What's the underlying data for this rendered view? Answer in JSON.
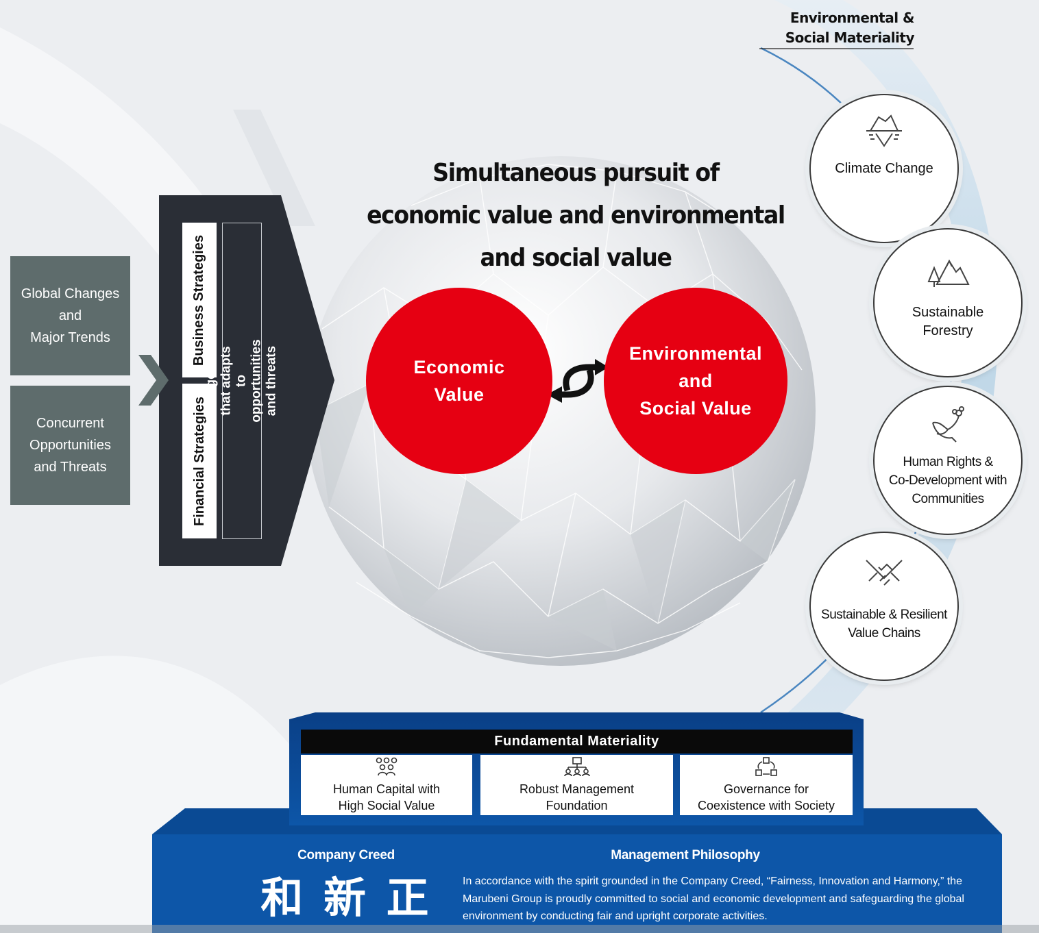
{
  "left_boxes": {
    "global": "Global Changes\nand\nMajor Trends",
    "concurrent": "Concurrent\nOpportunities\nand Threats"
  },
  "strategy_panel": {
    "business": "Business Strategies",
    "financial": "Financial Strategies",
    "management": "Management that adapts to\nopportunities and threats"
  },
  "globe": {
    "title": "Simultaneous pursuit of\neconomic value and environmental\nand social value",
    "economic": "Economic\nValue",
    "environmental": "Environmental\nand\nSocial Value"
  },
  "env_social": {
    "heading": "Environmental &\nSocial Materiality",
    "items": [
      {
        "label": "Climate Change",
        "icon": "iceberg-icon"
      },
      {
        "label": "Sustainable\nForestry",
        "icon": "mountain-tree-icon"
      },
      {
        "label": "Human Rights &\nCo-Development with\nCommunities",
        "icon": "dove-icon"
      },
      {
        "label": "Sustainable & Resilient\nValue Chains",
        "icon": "handshake-icon"
      }
    ]
  },
  "fundamental": {
    "heading": "Fundamental Materiality",
    "items": [
      {
        "label": "Human Capital with\nHigh Social Value",
        "icon": "people-icon"
      },
      {
        "label": "Robust Management\nFoundation",
        "icon": "organization-icon"
      },
      {
        "label": "Governance for\nCoexistence with Society",
        "icon": "network-cycle-icon"
      }
    ]
  },
  "base": {
    "creed_title": "Company Creed",
    "creed_chars": "和 新 正",
    "philosophy_title": "Management Philosophy",
    "philosophy_text": "In accordance with the spirit grounded in the Company Creed, “Fairness, Innovation and Harmony,” the Marubeni Group is proudly committed to social and economic development and safeguarding the global environment by conducting fair and upright corporate activities."
  },
  "colors": {
    "red": "#e60012",
    "navy": "#2a2e36",
    "blue": "#0d56a8",
    "gray_box": "#5e6c6c"
  }
}
